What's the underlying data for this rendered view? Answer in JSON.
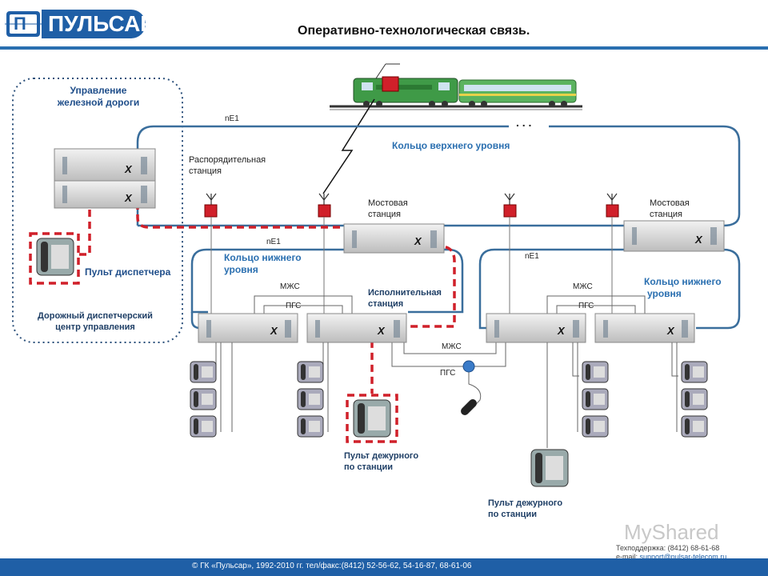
{
  "header": {
    "logo_letter": "П",
    "logo_text": "ПУЛЬСАР",
    "title": "Оперативно-технологическая связь."
  },
  "labels": {
    "railway_management_1": "Управление",
    "railway_management_2": "железной дороги",
    "dispatcher_console": "Пульт диспетчера",
    "road_center_1": "Дорожный диспетчерский",
    "road_center_2": "центр управления",
    "ne1_top": "nE1",
    "ne1_left": "nE1",
    "ne1_right": "nE1",
    "upper_ring": "Кольцо верхнего уровня",
    "dispatch_station_1": "Распорядительная",
    "dispatch_station_2": "станция",
    "bridge_station_1": "Мостовая",
    "bridge_station_2": "станция",
    "bridge_station_r1": "Мостовая",
    "bridge_station_r2": "станция",
    "lower_ring_left_1": "Кольцо нижнего",
    "lower_ring_left_2": "уровня",
    "lower_ring_right_1": "Кольцо нижнего",
    "lower_ring_right_2": "уровня",
    "mzhs_left": "МЖС",
    "pgs_left": "ПГС",
    "mzhs_right": "МЖС",
    "pgs_right": "ПГС",
    "mzhs_mid": "МЖС",
    "pgs_mid": "ПГС",
    "exec_station_1": "Исполнительная",
    "exec_station_2": "станция",
    "duty_console_1_a": "Пульт дежурного",
    "duty_console_1_b": "по станции",
    "duty_console_2_a": "Пульт дежурного",
    "duty_console_2_b": "по станции",
    "dots": ". . .",
    "x_mark": "X"
  },
  "footer": {
    "copyright": "© ГК «Пульсар», 1992-2010 гг. тел/факс:(8412) 52-56-62, 54-16-87, 68-61-06",
    "support_line": "Техподдержка: (8412) 68-61-68",
    "email_label": "e-mail:",
    "email": "support@pulsar-telecom.ru",
    "watermark": "MyShared"
  },
  "colors": {
    "brand": "#1f5fa6",
    "ring": "#3a6e9c",
    "dashed_red": "#d0202a",
    "dotted_border": "#2a4f7a"
  }
}
